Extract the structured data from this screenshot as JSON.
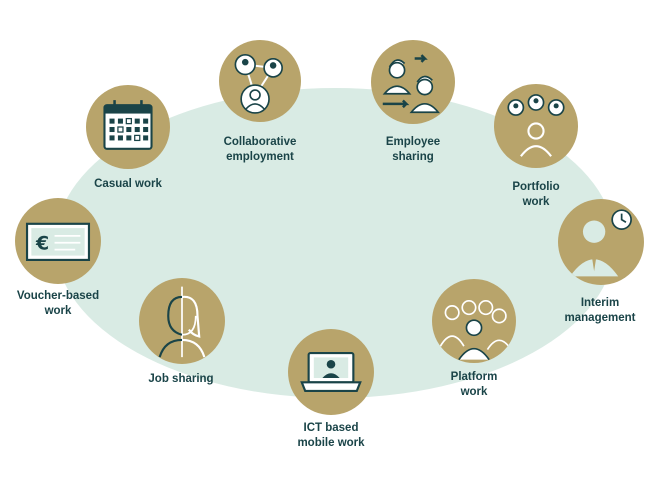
{
  "colors": {
    "ring": "#d9ebe4",
    "circle": "#b8a46b",
    "icon_stroke": "#1a4448",
    "icon_fill": "#ffffff",
    "accent": "#2a7a73",
    "label": "#1a4448"
  },
  "items": [
    {
      "key": "collaborative",
      "label": "Collaborative\nemployment",
      "icon": "connected-people-icon"
    },
    {
      "key": "employee-sharing",
      "label": "Employee\nsharing",
      "icon": "workers-exchange-icon"
    },
    {
      "key": "portfolio",
      "label": "Portfolio\nwork",
      "icon": "portfolio-clients-icon"
    },
    {
      "key": "interim",
      "label": "Interim\nmanagement",
      "icon": "manager-clock-icon"
    },
    {
      "key": "platform",
      "label": "Platform\nwork",
      "icon": "crowd-icon"
    },
    {
      "key": "ict",
      "label": "ICT based\nmobile work",
      "icon": "laptop-video-icon"
    },
    {
      "key": "job-sharing",
      "label": "Job sharing",
      "icon": "split-face-icon"
    },
    {
      "key": "voucher",
      "label": "Voucher-based\nwork",
      "icon": "euro-voucher-icon"
    },
    {
      "key": "casual",
      "label": "Casual work",
      "icon": "calendar-icon"
    }
  ]
}
